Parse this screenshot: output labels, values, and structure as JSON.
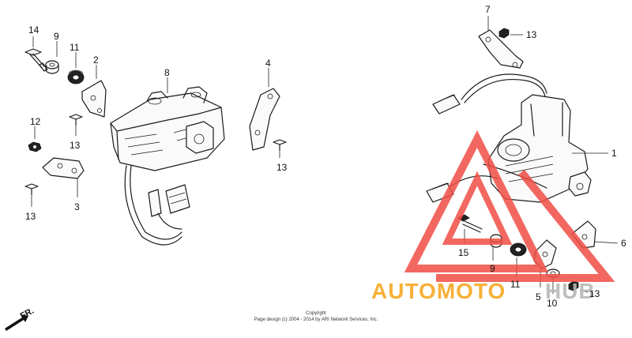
{
  "callouts": {
    "c1": "1",
    "c2": "2",
    "c3": "3",
    "c4": "4",
    "c5": "5",
    "c6": "6",
    "c7": "7",
    "c8": "8",
    "c9a": "9",
    "c9b": "9",
    "c10": "10",
    "c11a": "11",
    "c11b": "11",
    "c12": "12",
    "c13a": "13",
    "c13b": "13",
    "c13c": "13",
    "c13d": "13",
    "c13e": "13",
    "c14": "14",
    "c15": "15"
  },
  "direction_label": "FR.",
  "copyright": {
    "line1": "Copyright",
    "line2": "Page design (c) 2004 - 2014 by ARI Network Services, Inc."
  },
  "watermark": {
    "text_orange": "AUTOMOTO",
    "text_gray": "HUB",
    "color_red": "#f04e45",
    "color_orange": "#f7a823",
    "color_gray": "#b9b9b9"
  }
}
